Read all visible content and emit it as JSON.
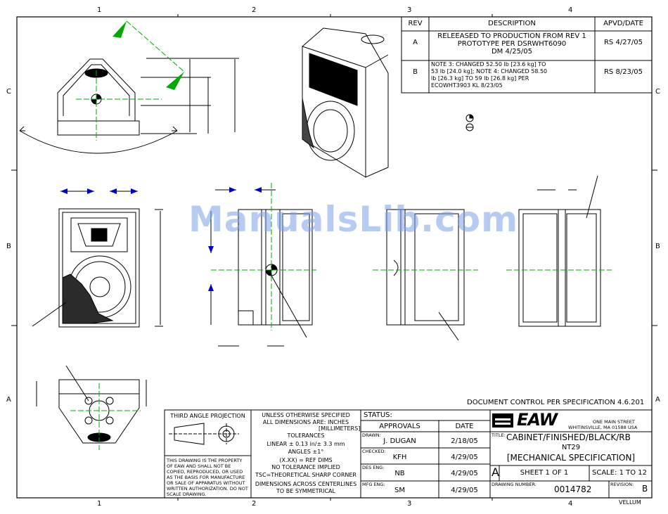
{
  "border": {
    "top_zones": [
      "1",
      "2",
      "3",
      "4"
    ],
    "bottom_zones": [
      "1",
      "2",
      "3",
      "4"
    ],
    "left_zones": [
      "C",
      "B",
      "A"
    ],
    "right_zones": [
      "C",
      "B",
      "A"
    ]
  },
  "watermark": "ManualsLib.com",
  "revision_table": {
    "headers": [
      "REV",
      "DESCRIPTION",
      "APVD/DATE"
    ],
    "rows": [
      {
        "rev": "A",
        "desc": [
          "RELEEASED TO PRODUCTION FROM REV 1",
          "PROTOTYPE PER DSRWHT6090",
          "DM 4/25/05"
        ],
        "apvd": "RS 4/27/05"
      },
      {
        "rev": "B",
        "desc": [
          "NOTE 3: CHANGED 52.50 lb [23.6 kg] TO",
          "53 lb [24.0 kg]; NOTE 4: CHANGED 58.50",
          "lb [26.3 kg] TO 59 lb [26.8 kg] PER",
          "ECOWHT3903 KL 8/23/05"
        ],
        "apvd": "RS 8/23/05"
      }
    ]
  },
  "doc_control": "DOCUMENT CONTROL PER SPECIFICATION 4.6.201",
  "projection": {
    "title": "THIRD ANGLE PROJECTION",
    "notice": [
      "THIS DRAWING IS THE PROPERTY",
      "OF EAW AND SHALL NOT BE",
      "COPIED, REPRODUCED, OR USED",
      "AS THE BASIS FOR MANUFACTURE",
      "OR SALE OF APPARATUS WITHOUT",
      "WRITTEN AUTHORIZATION. DO NOT",
      "SCALE DRAWING."
    ]
  },
  "tolerances": {
    "lines": [
      "UNLESS OTHERWISE SPECIFIED",
      "ALL DIMENSIONS ARE: INCHES",
      "[MILLIMETERS]",
      "TOLERANCES",
      "LINEAR ± 0.13 in/± 3.3 mm",
      "ANGLES ±1°",
      "(X.XX) = REF DIMS",
      "NO TOLERANCE IMPLIED",
      "TSC=THEORETICAL SHARP CORNER",
      "DIMENSIONS ACROSS CENTERLINES",
      "TO BE SYMMETRICAL"
    ]
  },
  "status": {
    "label": "STATUS:",
    "approvals_header": "APPROVALS",
    "date_header": "DATE",
    "rows": [
      {
        "role": "DRAWN:",
        "name": "J. DUGAN",
        "date": "2/18/05"
      },
      {
        "role": "CHECKED:",
        "name": "KFH",
        "date": "4/29/05"
      },
      {
        "role": "DES ENG:",
        "name": "NB",
        "date": "4/29/05"
      },
      {
        "role": "MFG ENG:",
        "name": "SM",
        "date": "4/29/05"
      }
    ]
  },
  "company": {
    "logo": "EAW",
    "address_line1": "ONE MAIN STREET",
    "address_line2": "WHITINSVILLE, MA   01588   USA"
  },
  "title_block": {
    "title_label": "TITLE:",
    "title_lines": [
      "CABINET/FINISHED/BLACK/RB",
      "NT29",
      "[MECHANICAL SPECIFICATION]"
    ],
    "size": "A",
    "sheet": "SHEET 1 OF 1",
    "scale": "SCALE: 1 TO 12",
    "drawing_number_label": "DRAWING NUMBER:",
    "drawing_number": "0014782",
    "revision_label": "REVISION:",
    "revision": "B",
    "media": "VELLUM"
  },
  "colors": {
    "line": "#000000",
    "centerline": "#00aa00",
    "dim_blue": "#0000cc",
    "watermark": "#78a0e6"
  }
}
